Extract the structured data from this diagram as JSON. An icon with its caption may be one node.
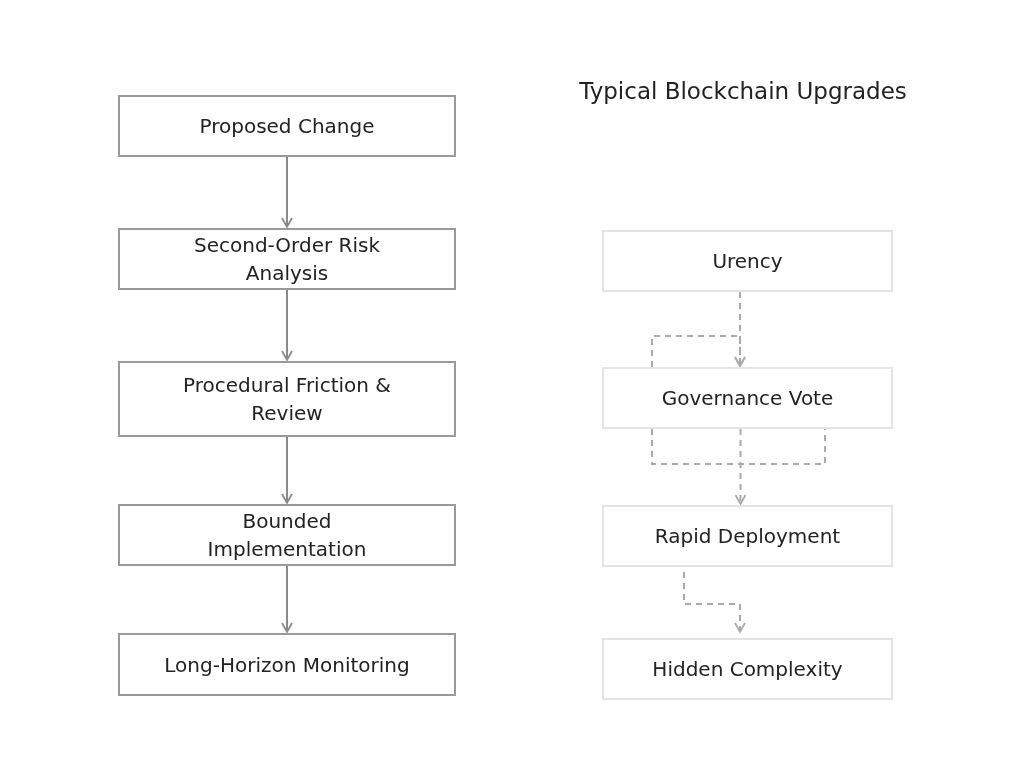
{
  "diagram": {
    "title": "Typical Blockchain Upgrades",
    "nodes": [
      {
        "text": [
          "Proposed Change"
        ]
      },
      {
        "text": [
          "Second-Order Risk Analysis"
        ]
      },
      {
        "text": [
          "Procedural Friction & Review"
        ]
      },
      {
        "text": [
          "Bounded Implementation"
        ]
      },
      {
        "text": [
          "Long-Horizon Monitoring"
        ]
      },
      {
        "text": [
          "Urency"
        ]
      },
      {
        "text": [
          "Governance Vote"
        ]
      },
      {
        "text": [
          "Rapid Deployment"
        ]
      },
      {
        "text": [
          "Hidden Complexity"
        ]
      }
    ],
    "edges": [
      {
        "from": 0,
        "to": 1,
        "arrow": "to"
      },
      {
        "from": 1,
        "to": 2,
        "arrow": "to"
      },
      {
        "from": 2,
        "to": 3,
        "arrow": "to"
      },
      {
        "from": 3,
        "to": 4,
        "arrow": "to"
      },
      {
        "from": 5,
        "to": 6,
        "arrow": "to",
        "style": "dashed",
        "color": "#aaaaaa"
      },
      {
        "from": 6,
        "to": 6,
        "arrow": "to",
        "style": "dashed",
        "color": "#aaaaaa"
      },
      {
        "from": 6,
        "to": 7,
        "arrow": "to",
        "style": "dashed",
        "color": "#aaaaaa"
      },
      {
        "from": 7,
        "to": 8,
        "arrow": "to",
        "style": "dashed",
        "color": "#aaaaaa"
      }
    ]
  }
}
